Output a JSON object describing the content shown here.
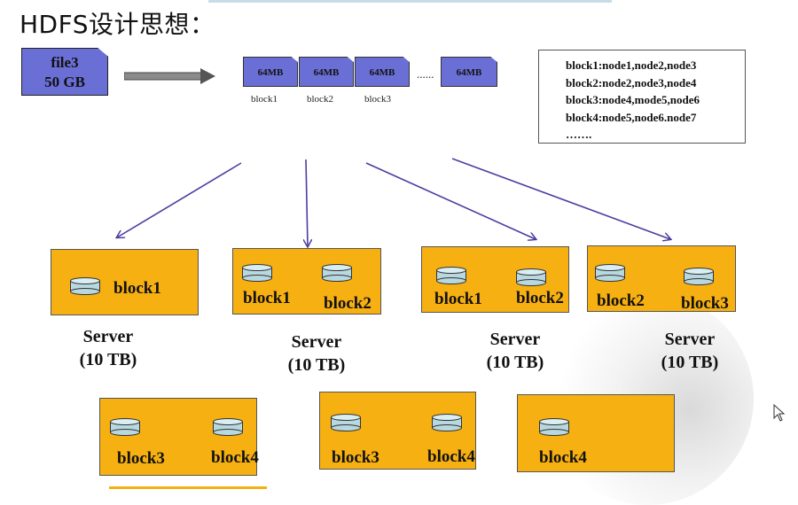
{
  "title": "HDFS设计思想：",
  "file": {
    "name": "file3",
    "size": "50 GB"
  },
  "blocks": [
    {
      "size": "64MB",
      "label": "block1"
    },
    {
      "size": "64MB",
      "label": "block2"
    },
    {
      "size": "64MB",
      "label": "block3"
    },
    {
      "size": "64MB",
      "label": ""
    }
  ],
  "ellipsis": "......",
  "mapping": [
    "block1:node1,node2,node3",
    "block2:node2,node3,node4",
    "block3:node4,mode5,node6",
    "block4:node5,node6.node7",
    "……."
  ],
  "servers_row1": [
    {
      "blocks": [
        "block1"
      ],
      "caption_name": "Server",
      "caption_cap": "(10 TB)"
    },
    {
      "blocks": [
        "block1",
        "block2"
      ],
      "caption_name": "Server",
      "caption_cap": "(10 TB)"
    },
    {
      "blocks": [
        "block1",
        "block2"
      ],
      "caption_name": "Server",
      "caption_cap": "(10 TB)"
    },
    {
      "blocks": [
        "block2",
        "block3"
      ],
      "caption_name": "Server",
      "caption_cap": "(10 TB)"
    }
  ],
  "servers_row2": [
    {
      "blocks": [
        "block3",
        "block4"
      ]
    },
    {
      "blocks": [
        "block3",
        "block4"
      ]
    },
    {
      "blocks": [
        "block4"
      ]
    }
  ],
  "colors": {
    "block_fill": "#6a6fd6",
    "server_fill": "#f7b012",
    "arrow": "#4a3fa0"
  }
}
